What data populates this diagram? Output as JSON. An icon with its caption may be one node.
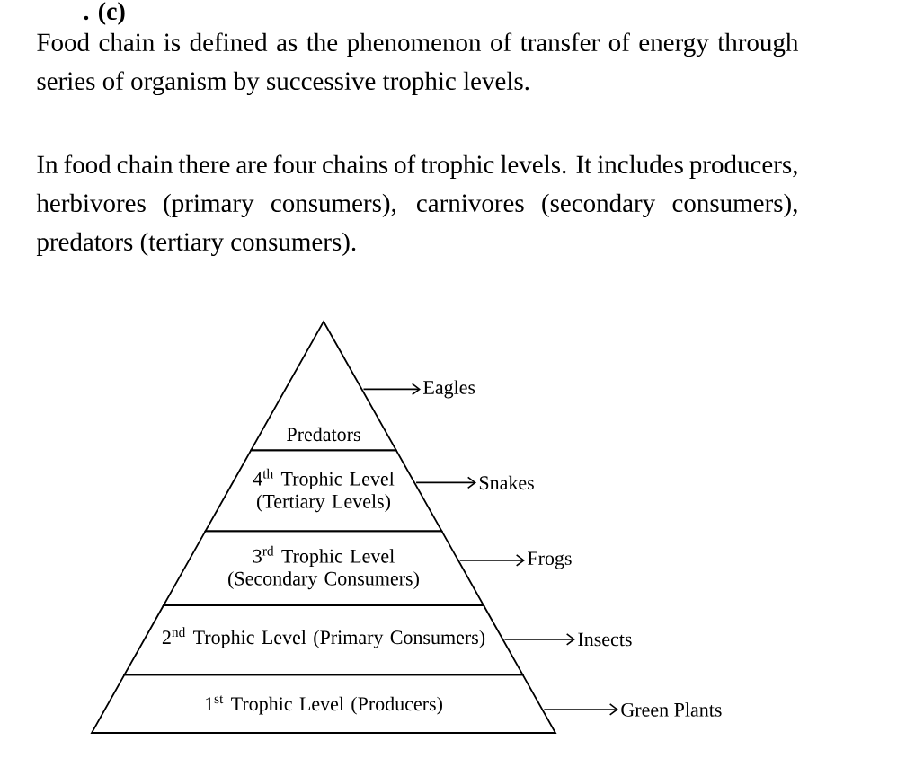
{
  "diagram": {
    "title": ". (c)",
    "nodes": [
      {
        "text": [
          "Predators"
        ]
      },
      {
        "text": [
          "4$^{th}$ Trophic Level (Tertiary Levels)"
        ]
      },
      {
        "text": [
          "3$^{rd}$ Trophic Level (Secondary Consumers)"
        ]
      },
      {
        "text": [
          "2$^{nd}$ Trophic Level (Primary Consumers)"
        ]
      },
      {
        "text": [
          "1$^{st}$ Trophic Level (Producers)"
        ]
      },
      {
        "text": [
          "Eagles"
        ]
      },
      {
        "text": [
          "Snakes"
        ]
      },
      {
        "text": [
          "Frogs"
        ]
      },
      {
        "text": [
          "Insects"
        ]
      },
      {
        "text": [
          "Green Plants"
        ]
      }
    ],
    "edges": [
      {
        "from": 0,
        "to": 5,
        "arrow": "to"
      },
      {
        "from": 1,
        "to": 6,
        "arrow": "to"
      },
      {
        "from": 2,
        "to": 7,
        "arrow": "to"
      },
      {
        "from": 3,
        "to": 8,
        "arrow": "to"
      },
      {
        "from": 4,
        "to": 9,
        "arrow": "to"
      }
    ],
    "labels": [
      "Food chain is defined as the phenomenon of transfer of energy through series of organism by successive trophic levels.",
      "In food chain there are four chains of trophic levels. It includes producers, herbivores (primary consumers), carnivores (secondary consumers), predators (tertiary consumers)."
    ]
  }
}
